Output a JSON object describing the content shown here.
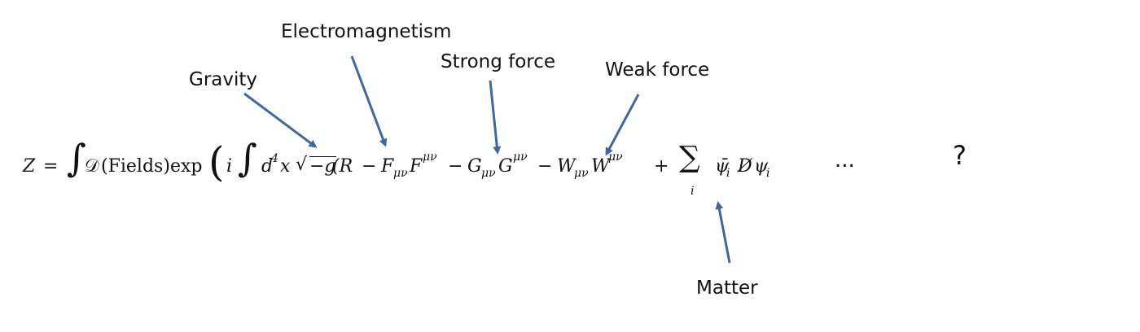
{
  "labels": {
    "electromagnetism": "Electromagnetism",
    "gravity": "Gravity",
    "strong_force": "Strong force",
    "weak_force": "Weak force",
    "matter": "Matter"
  },
  "equation": {
    "z": "Z",
    "equals": "=",
    "integral": "∫",
    "script_d": "𝒟",
    "fields": "(Fields)",
    "exp": "exp",
    "open_paren": "(",
    "i": "i",
    "d": "d",
    "four": "4",
    "x": "x",
    "sqrt": "√",
    "neg_g": "−g",
    "r_open": "(R",
    "minus": "−",
    "f": "F",
    "g": "G",
    "w": "W",
    "mu_nu_sub": "μν",
    "mu_nu_sup": "μν",
    "plus": "+",
    "sum": "∑",
    "sum_index": "i",
    "psi_bar": "ψ̄",
    "psi_sub": "i",
    "dslash": "D̸",
    "psi": "ψ"
  },
  "trailing": {
    "ellipsis": "...",
    "question": "?"
  },
  "colors": {
    "arrow": "#3d6a9e",
    "text": "#111111",
    "background": "#ffffff"
  }
}
